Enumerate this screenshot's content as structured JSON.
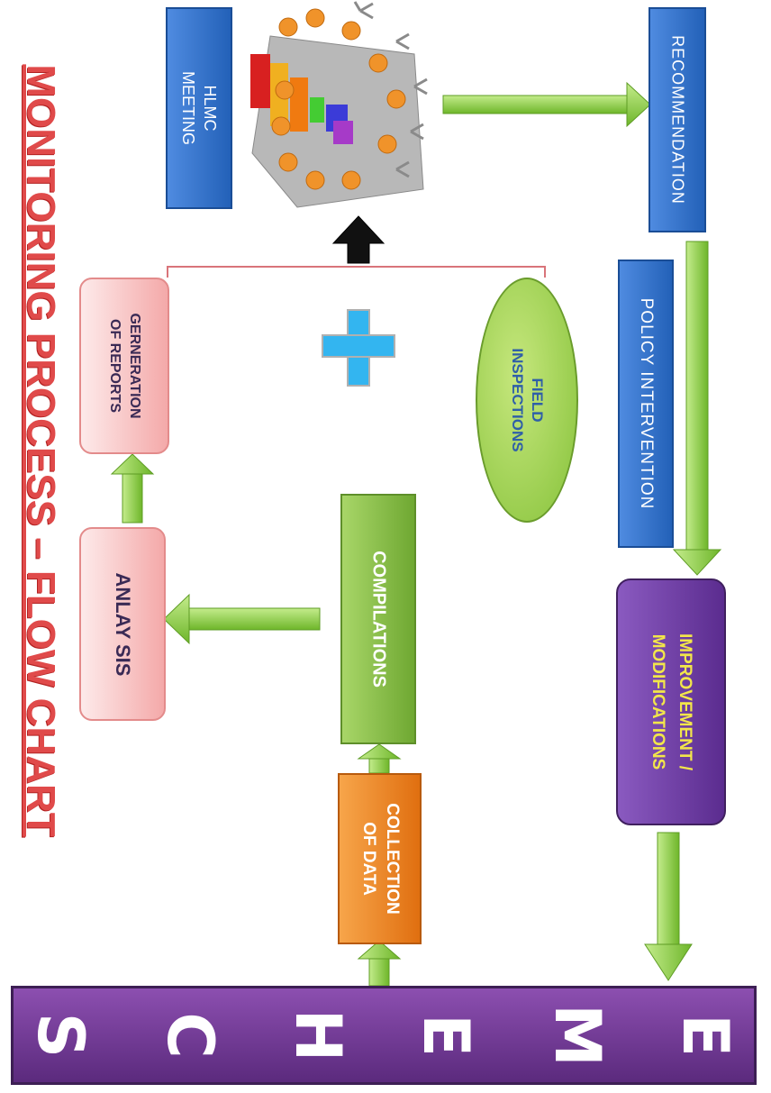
{
  "title": "MONITORING PROCESS – FLOW CHART",
  "scheme": [
    "S",
    "C",
    "H",
    "E",
    "M",
    "E"
  ],
  "nodes": {
    "analysis": "ANLAY SIS",
    "reports": [
      "GERNERATION",
      "OF REPORTS"
    ],
    "compilations": "COMPILATIONS",
    "collection": [
      "COLLECTION",
      "OF DATA"
    ],
    "field": [
      "FIELD",
      "INSPECTIONS"
    ],
    "hlmc": [
      "HLMC",
      "MEETING"
    ],
    "recommendation": "RECOMMENDATION",
    "policy": "POLICY INTERVENTION",
    "improvement": [
      "IMPROVEMENT /",
      "MODIFICATIONS"
    ]
  },
  "colors": {
    "arrow_green": "#8fd14f",
    "title_red": "#e04a4a",
    "scheme_purple": "#6b3a91",
    "plus_blue": "#33b5f0",
    "connector_red": "#d9747a"
  },
  "icons": [
    "meeting-people-icon",
    "bar-chart-icon",
    "plus-icon",
    "up-arrow-icon"
  ]
}
